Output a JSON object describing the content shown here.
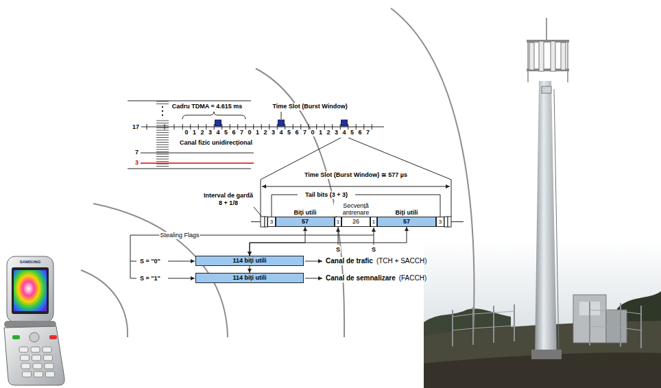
{
  "diagram": {
    "nodes": [
      {
        "text": [
          "3"
        ]
      },
      {
        "text": [
          "Biți utili",
          "57"
        ]
      },
      {
        "text": [
          "1"
        ]
      },
      {
        "text": [
          "Secvență antrenare",
          "26"
        ]
      },
      {
        "text": [
          "1"
        ]
      },
      {
        "text": [
          "Biți utili",
          "57"
        ]
      },
      {
        "text": [
          "3"
        ]
      },
      {
        "text": [
          "114 biți utili"
        ]
      },
      {
        "text": [
          "114 biți utili"
        ]
      }
    ],
    "edges": [
      {
        "from": 7,
        "to": 1,
        "arrow": "both"
      },
      {
        "from": 7,
        "to": 5,
        "arrow": "both"
      },
      {
        "from": 7,
        "to": 8,
        "arrow": "to"
      }
    ],
    "labels": [
      "Cadru TDMA = 4.615 ms",
      "Time Slot (Burst Window)",
      "17",
      "7",
      "3",
      "0",
      "1",
      "2",
      "3",
      "4",
      "5",
      "6",
      "7",
      "0",
      "1",
      "2",
      "3",
      "4",
      "5",
      "6",
      "7",
      "0",
      "1",
      "2",
      "3",
      "4",
      "5",
      "6",
      "7",
      "Canal fizic unidirecțional",
      "Time Slot (Burst Window) ≅ 577 µs",
      "Interval de gardă",
      "8 + 1/8",
      "Tail bits (3 + 3)",
      "S",
      "S",
      "Stealing Flags",
      "S = \"0\"",
      "S = \"1\"",
      "Canal de trafic",
      "(TCH + SACCH)",
      "Canal de semnalizare",
      "(FACCH)",
      "SAMSUNG"
    ]
  }
}
